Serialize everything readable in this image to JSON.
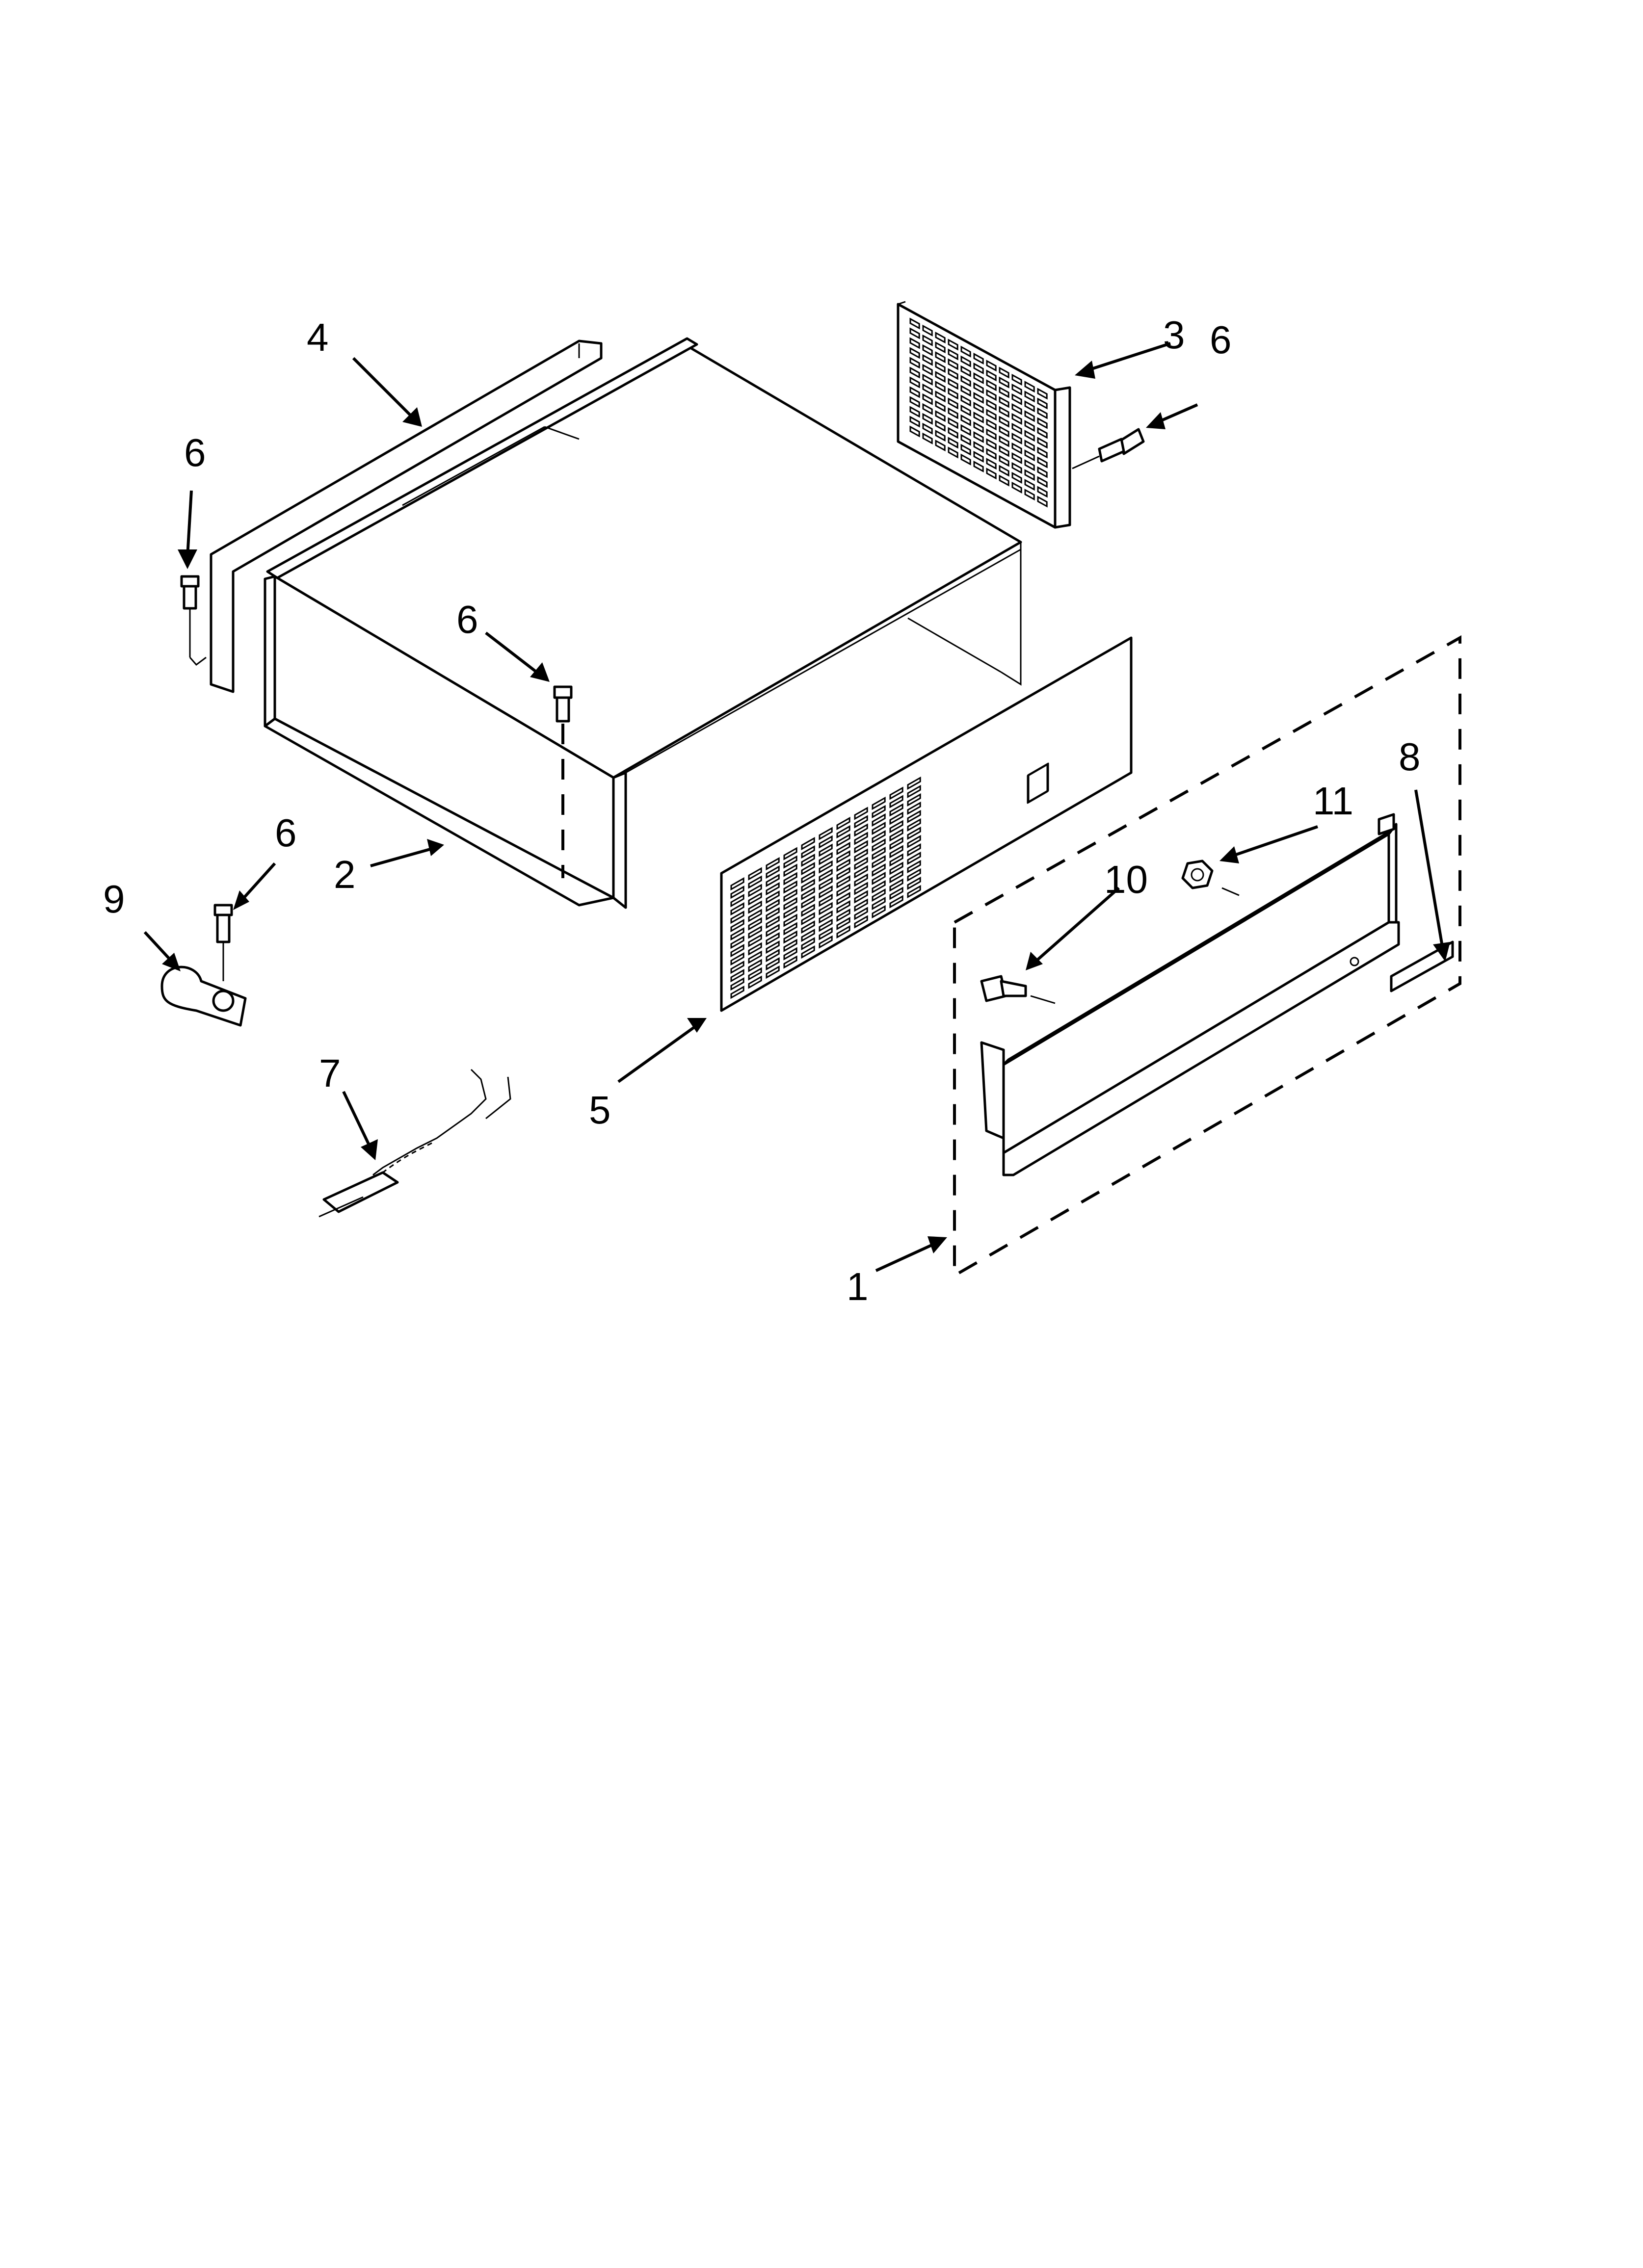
{
  "callouts": {
    "c1": "1",
    "c2": "2",
    "c3": "3",
    "c4": "4",
    "c5": "5",
    "c6a": "6",
    "c6b": "6",
    "c6c": "6",
    "c6d": "6",
    "c7": "7",
    "c8": "8",
    "c9": "9",
    "c10": "10",
    "c11": "11"
  },
  "colors": {
    "line": "#000000",
    "background": "#ffffff"
  }
}
